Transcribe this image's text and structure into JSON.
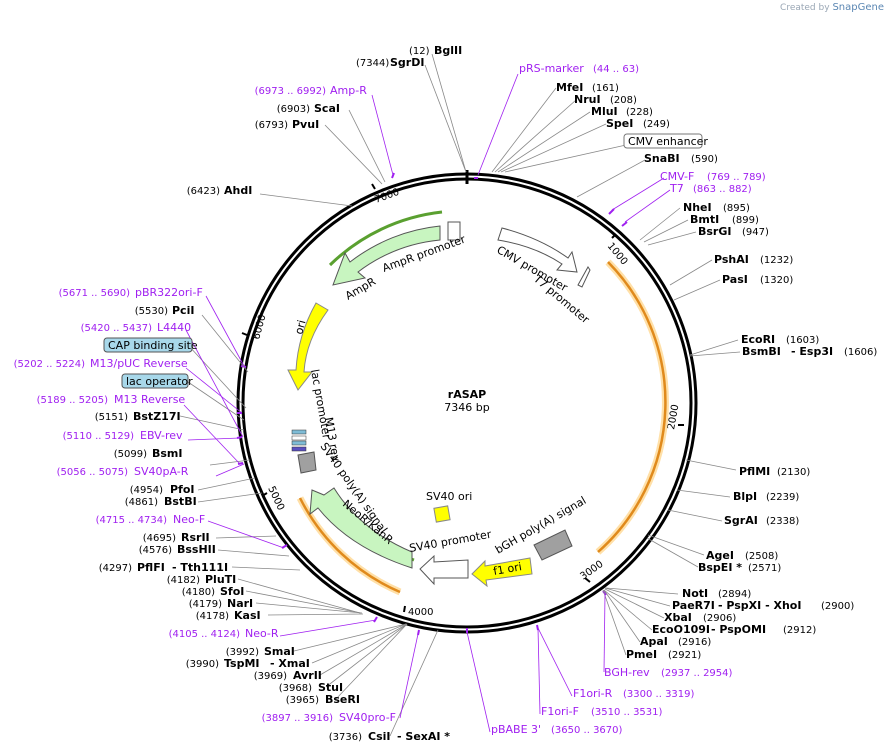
{
  "watermark": {
    "prefix": "Created by",
    "brand": "SnapGene"
  },
  "plasmid": {
    "name": "rASAP",
    "length_label": "7346 bp",
    "length": 7346
  },
  "colors": {
    "primer": "#a020f0",
    "amp": "#c8f5c0",
    "ori": "#ffff00",
    "orange": "#f0a030",
    "grey_feature": "#a0a0a0"
  },
  "ring_ticks": [
    "1000",
    "2000",
    "3000",
    "4000",
    "5000",
    "6000",
    "7000"
  ],
  "right_labels": [
    {
      "pos": "",
      "name": "pRS-marker",
      "coords": "(44 .. 63)",
      "primer": true
    },
    {
      "name": "MfeI",
      "coords": "(161)"
    },
    {
      "name": "NruI",
      "coords": "(208)"
    },
    {
      "name": "MluI",
      "coords": "(228)"
    },
    {
      "name": "SpeI",
      "coords": "(249)"
    },
    {
      "name": "CMV enhancer",
      "boxed": true
    },
    {
      "name": "SnaBI",
      "coords": "(590)"
    },
    {
      "name": "CMV-F",
      "coords": "(769 .. 789)",
      "primer": true
    },
    {
      "name": "T7",
      "coords": "(863 .. 882)",
      "primer": true
    },
    {
      "name": "NheI",
      "coords": "(895)"
    },
    {
      "name": "BmtI",
      "coords": "(899)"
    },
    {
      "name": "BsrGI",
      "coords": "(947)"
    },
    {
      "name": "PshAI",
      "coords": "(1232)"
    },
    {
      "name": "PasI",
      "coords": "(1320)"
    },
    {
      "name": "EcoRI",
      "coords": "(1603)"
    },
    {
      "name": "BsmBI",
      "extra": "- Esp3I",
      "coords": "(1606)"
    },
    {
      "name": "PflMI",
      "coords": "(2130)"
    },
    {
      "name": "BlpI",
      "coords": "(2239)"
    },
    {
      "name": "SgrAI",
      "coords": "(2338)"
    },
    {
      "name": "AgeI",
      "coords": "(2508)"
    },
    {
      "name": "BspEI *",
      "coords": "(2571)"
    },
    {
      "name": "NotI",
      "coords": "(2894)"
    },
    {
      "name": "PaeR7I",
      "extra": "- PspXI  - XhoI",
      "coords": "(2900)"
    },
    {
      "name": "XbaI",
      "coords": "(2906)"
    },
    {
      "name": "EcoO109I",
      "extra": "- PspOMI",
      "coords": "(2912)"
    },
    {
      "name": "ApaI",
      "coords": "(2916)"
    },
    {
      "name": "PmeI",
      "coords": "(2921)"
    }
  ],
  "top_labels": [
    {
      "coords": "(12)",
      "name": "BglII"
    },
    {
      "coords": "(7344)",
      "name": "SgrDI"
    }
  ],
  "left_labels": [
    {
      "coords": "(6973 .. 6992)",
      "name": "Amp-R",
      "primer": true
    },
    {
      "coords": "(6903)",
      "name": "ScaI"
    },
    {
      "coords": "(6793)",
      "name": "PvuI"
    },
    {
      "coords": "(6423)",
      "name": "AhdI"
    },
    {
      "coords": "(5671 .. 5690)",
      "name": "pBR322ori-F",
      "primer": true
    },
    {
      "coords": "(5530)",
      "name": "PciI"
    },
    {
      "coords": "(5420 .. 5437)",
      "name": "L4440",
      "primer": true
    },
    {
      "name": "CAP binding site",
      "boxed": true
    },
    {
      "coords": "(5202 .. 5224)",
      "name": "M13/pUC Reverse",
      "primer": true
    },
    {
      "name": "lac operator",
      "boxed": true
    },
    {
      "coords": "(5189 .. 5205)",
      "name": "M13 Reverse",
      "primer": true
    },
    {
      "coords": "(5151)",
      "name": "BstZ17I"
    },
    {
      "coords": "(5110 .. 5129)",
      "name": "EBV-rev",
      "primer": true
    },
    {
      "coords": "(5099)",
      "name": "BsmI"
    },
    {
      "coords": "(5056 .. 5075)",
      "name": "SV40pA-R",
      "primer": true
    },
    {
      "coords": "(4954)",
      "name": "PfoI"
    },
    {
      "coords": "(4861)",
      "name": "BstBI"
    },
    {
      "coords": "(4715 .. 4734)",
      "name": "Neo-F",
      "primer": true
    },
    {
      "coords": "(4695)",
      "name": "RsrII"
    },
    {
      "coords": "(4576)",
      "name": "BssHII"
    },
    {
      "coords": "(4297)",
      "name": "PflFI",
      "extra": "- Tth111I"
    },
    {
      "coords": "(4182)",
      "name": "PluTI"
    },
    {
      "coords": "(4180)",
      "name": "SfoI"
    },
    {
      "coords": "(4179)",
      "name": "NarI"
    },
    {
      "coords": "(4178)",
      "name": "KasI"
    },
    {
      "coords": "(4105 .. 4124)",
      "name": "Neo-R",
      "primer": true
    },
    {
      "coords": "(3992)",
      "name": "SmaI"
    },
    {
      "coords": "(3990)",
      "name": "TspMI",
      "extra": "- XmaI"
    },
    {
      "coords": "(3969)",
      "name": "AvrII"
    },
    {
      "coords": "(3968)",
      "name": "StuI"
    },
    {
      "coords": "(3965)",
      "name": "BseRI"
    },
    {
      "coords": "(3897 .. 3916)",
      "name": "SV40pro-F",
      "primer": true
    },
    {
      "coords": "(3736)",
      "name": "CsiI",
      "extra": "- SexAI *"
    }
  ],
  "bottom_primers": [
    {
      "name": "BGH-rev",
      "coords": "(2937 .. 2954)"
    },
    {
      "name": "F1ori-R",
      "coords": "(3300 .. 3319)"
    },
    {
      "name": "F1ori-F",
      "coords": "(3510 .. 3531)"
    },
    {
      "name": "pBABE 3'",
      "coords": "(3650 .. 3670)"
    }
  ],
  "features": {
    "ampr_promoter": "AmpR promoter",
    "ampr": "AmpR",
    "ori": "ori",
    "lac_promoter": "lac promoter",
    "m13_rev": "M13 rev",
    "sv40_polya": "SV40 poly(A) signal",
    "neor": "NeoR/KanR",
    "sv40_promoter": "SV40 promoter",
    "sv40_ori": "SV40 ori",
    "f1_ori": "f1 ori",
    "bgh_polya": "bGH poly(A) signal",
    "cmv_promoter": "CMV promoter",
    "t7_promoter": "T7 promoter"
  }
}
